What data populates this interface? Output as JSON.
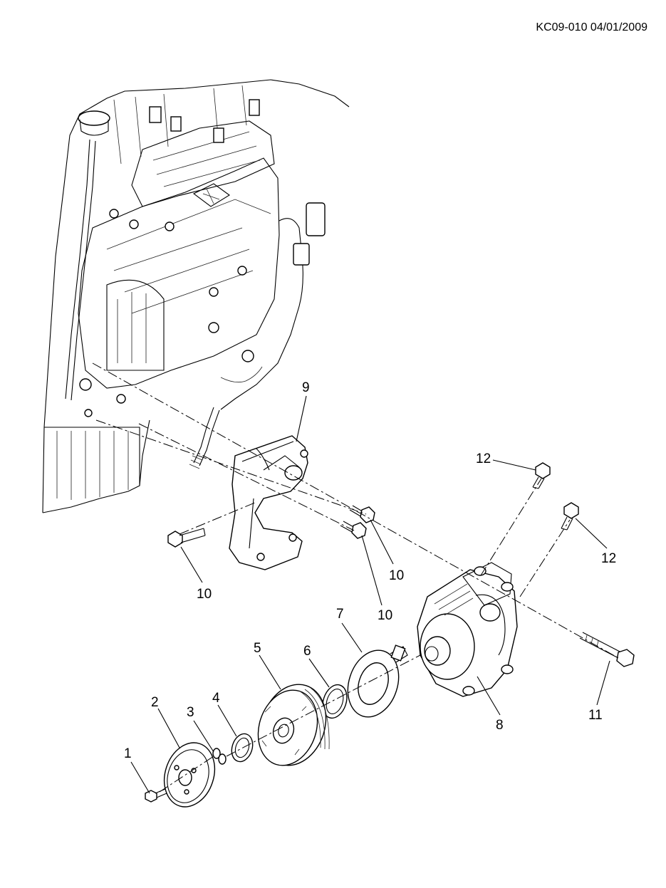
{
  "document": {
    "reference": "KC09-010 04/01/2009"
  },
  "callouts": {
    "c1": "1",
    "c2": "2",
    "c3": "3",
    "c4": "4",
    "c5": "5",
    "c6": "6",
    "c7": "7",
    "c8": "8",
    "c9": "9",
    "c10a": "10",
    "c10b": "10",
    "c10c": "10",
    "c11": "11",
    "c12a": "12",
    "c12b": "12"
  }
}
